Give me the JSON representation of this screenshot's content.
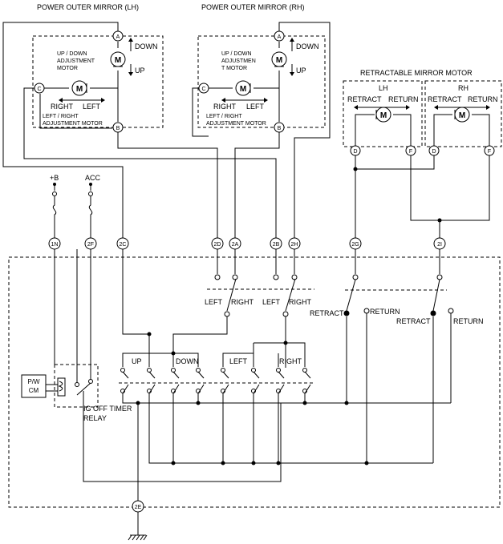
{
  "titles": {
    "lh_mirror": "POWER OUTER MIRROR (LH)",
    "rh_mirror": "POWER OUTER MIRROR (RH)",
    "retract_motor": "RETRACTABLE MIRROR MOTOR"
  },
  "mirror": {
    "down": "DOWN",
    "up": "UP",
    "right": "RIGHT",
    "left": "LEFT",
    "lr_motor_1": "LEFT / RIGHT",
    "lr_motor_2": "ADJUSTMENT MOTOR",
    "lh_ud_1": "UP / DOWN",
    "lh_ud_2": "ADJUSTMENT",
    "lh_ud_3": "MOTOR",
    "rh_ud_1": "UP / DOWN",
    "rh_ud_2": "ADJUSTMEN",
    "rh_ud_3": "T MOTOR",
    "motor": "M"
  },
  "terminals": {
    "a": "A",
    "b": "B",
    "c": "C",
    "d": "D",
    "f": "F"
  },
  "retract": {
    "lh": "LH",
    "rh": "RH",
    "retract": "RETRACT",
    "return": "RETURN"
  },
  "connectors": {
    "c1n": "1N",
    "c2f": "2F",
    "c2c": "2C",
    "c2d": "2D",
    "c2a": "2A",
    "c2b": "2B",
    "c2h": "2H",
    "c2g": "2G",
    "c2i": "2I",
    "c2e": "2E"
  },
  "power": {
    "battery": "+B",
    "acc": "ACC"
  },
  "switch": {
    "left": "LEFT",
    "right": "RIGHT",
    "up": "UP",
    "down": "DOWN",
    "retract": "RETRACT",
    "return": "RETURN"
  },
  "module": {
    "pw_1": "P/W",
    "pw_2": "CM",
    "relay_1": "IG OFF TIMER",
    "relay_2": "RELAY"
  }
}
